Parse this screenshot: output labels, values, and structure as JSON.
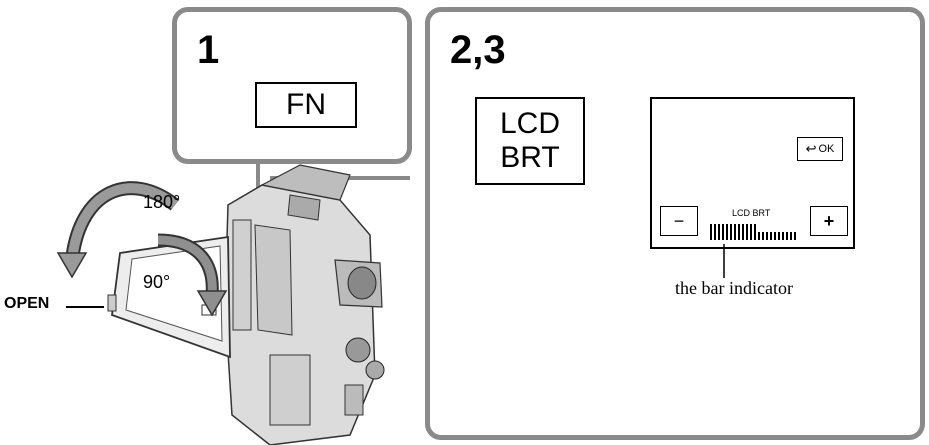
{
  "panel1": {
    "step": "1",
    "button_label": "FN"
  },
  "panel2": {
    "step": "2,3",
    "button_line1": "LCD",
    "button_line2": "BRT",
    "screen": {
      "ok_label": "OK",
      "minus_label": "−",
      "plus_label": "+",
      "bar_label": "LCD BRT",
      "bar_level": 0.55
    },
    "callout": "the bar indicator"
  },
  "camera": {
    "angle_large": "180°",
    "angle_small": "90°",
    "open_label": "OPEN"
  },
  "colors": {
    "panel_border": "#8a8a8a",
    "ink": "#000000"
  }
}
